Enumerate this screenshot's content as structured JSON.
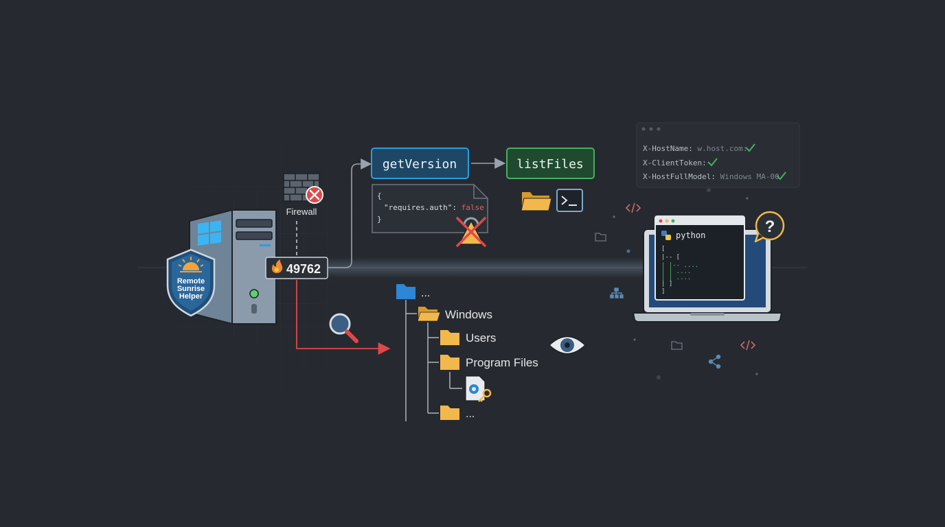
{
  "server": {
    "shield_label": [
      "Remote",
      "Sunrise",
      "Helper"
    ]
  },
  "firewall": {
    "label": "Firewall"
  },
  "port": {
    "number": "49762"
  },
  "api": {
    "get_version": "getVersion",
    "list_files": "listFiles"
  },
  "json_response": {
    "open_brace": "{",
    "key": "\"requires.auth\"",
    "colon": ":",
    "value": "false",
    "close_brace": "}"
  },
  "headers": {
    "rows": [
      {
        "key": "X-HostName:",
        "value": "w.host.com:"
      },
      {
        "key": "X-ClientToken:",
        "value": ""
      },
      {
        "key": "X-HostFullModel:",
        "value": "Windows MA-00"
      }
    ]
  },
  "python_window": {
    "title": "python",
    "lines": [
      "[",
      "|-- [",
      "|   |-- ....",
      "|   |   ....",
      "|   |   ....",
      "|   ]",
      "]"
    ]
  },
  "file_tree": {
    "root": "...",
    "windows": "Windows",
    "users": "Users",
    "program_files": "Program Files",
    "more": "..."
  },
  "colors": {
    "background": "#262a30",
    "blue_accent": "#2d9cdb",
    "green_accent": "#47b05e",
    "red_accent": "#e04848",
    "folder_yellow": "#f2b84b",
    "laptop_screen": "#244a7a"
  },
  "icons": [
    "firewall-icon",
    "error-icon",
    "flame-icon",
    "magnifier-icon",
    "eye-icon",
    "folder-icon",
    "terminal-icon",
    "python-icon",
    "question-icon",
    "windows-logo-icon",
    "sun-icon",
    "gear-key-file-icon",
    "share-icon",
    "code-icon",
    "sitemap-icon",
    "warning-icon"
  ]
}
